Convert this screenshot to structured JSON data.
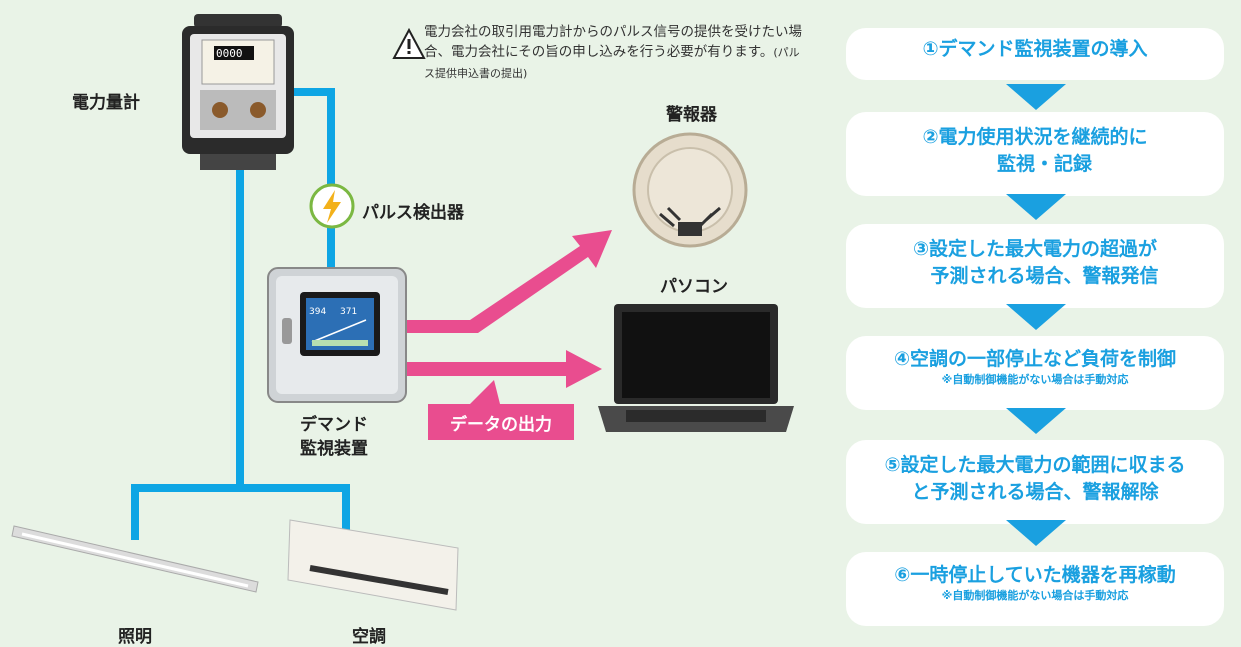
{
  "notice": {
    "text": "電力会社の取引用電力計からのパルス信号の提供を受けたい場合、電力会社にその旨の申し込みを行う必要が有ります。",
    "small": "(パルス提供申込書の提出)"
  },
  "labels": {
    "meter": "電力量計",
    "pulse": "パルス検出器",
    "demand_line1": "デマンド",
    "demand_line2": "監視装置",
    "alarm": "警報器",
    "pc": "パソコン",
    "data_output": "データの出力",
    "lighting": "照明",
    "aircon": "空調"
  },
  "meter_display": "0000",
  "monitor_values": [
    "394",
    "371"
  ],
  "steps": [
    {
      "title": "①デマンド監視装置の導入",
      "sub": ""
    },
    {
      "title": "②電力使用状況を継続的に\n　監視・記録",
      "sub": ""
    },
    {
      "title": "③設定した最大電力の超過が\n　予測される場合、警報発信",
      "sub": ""
    },
    {
      "title": "④空調の一部停止など負荷を制御",
      "sub": "※自動制御機能がない場合は手動対応"
    },
    {
      "title": "⑤設定した最大電力の範囲に収まる\nと予測される場合、警報解除",
      "sub": ""
    },
    {
      "title": "⑥一時停止していた機器を再稼動",
      "sub": "※自動制御機能がない場合は手動対応"
    }
  ],
  "colors": {
    "wire": "#0ea5e4",
    "arrow": "#e94d8f",
    "step_text": "#1aa0e0",
    "background": "#e9f3e7"
  }
}
